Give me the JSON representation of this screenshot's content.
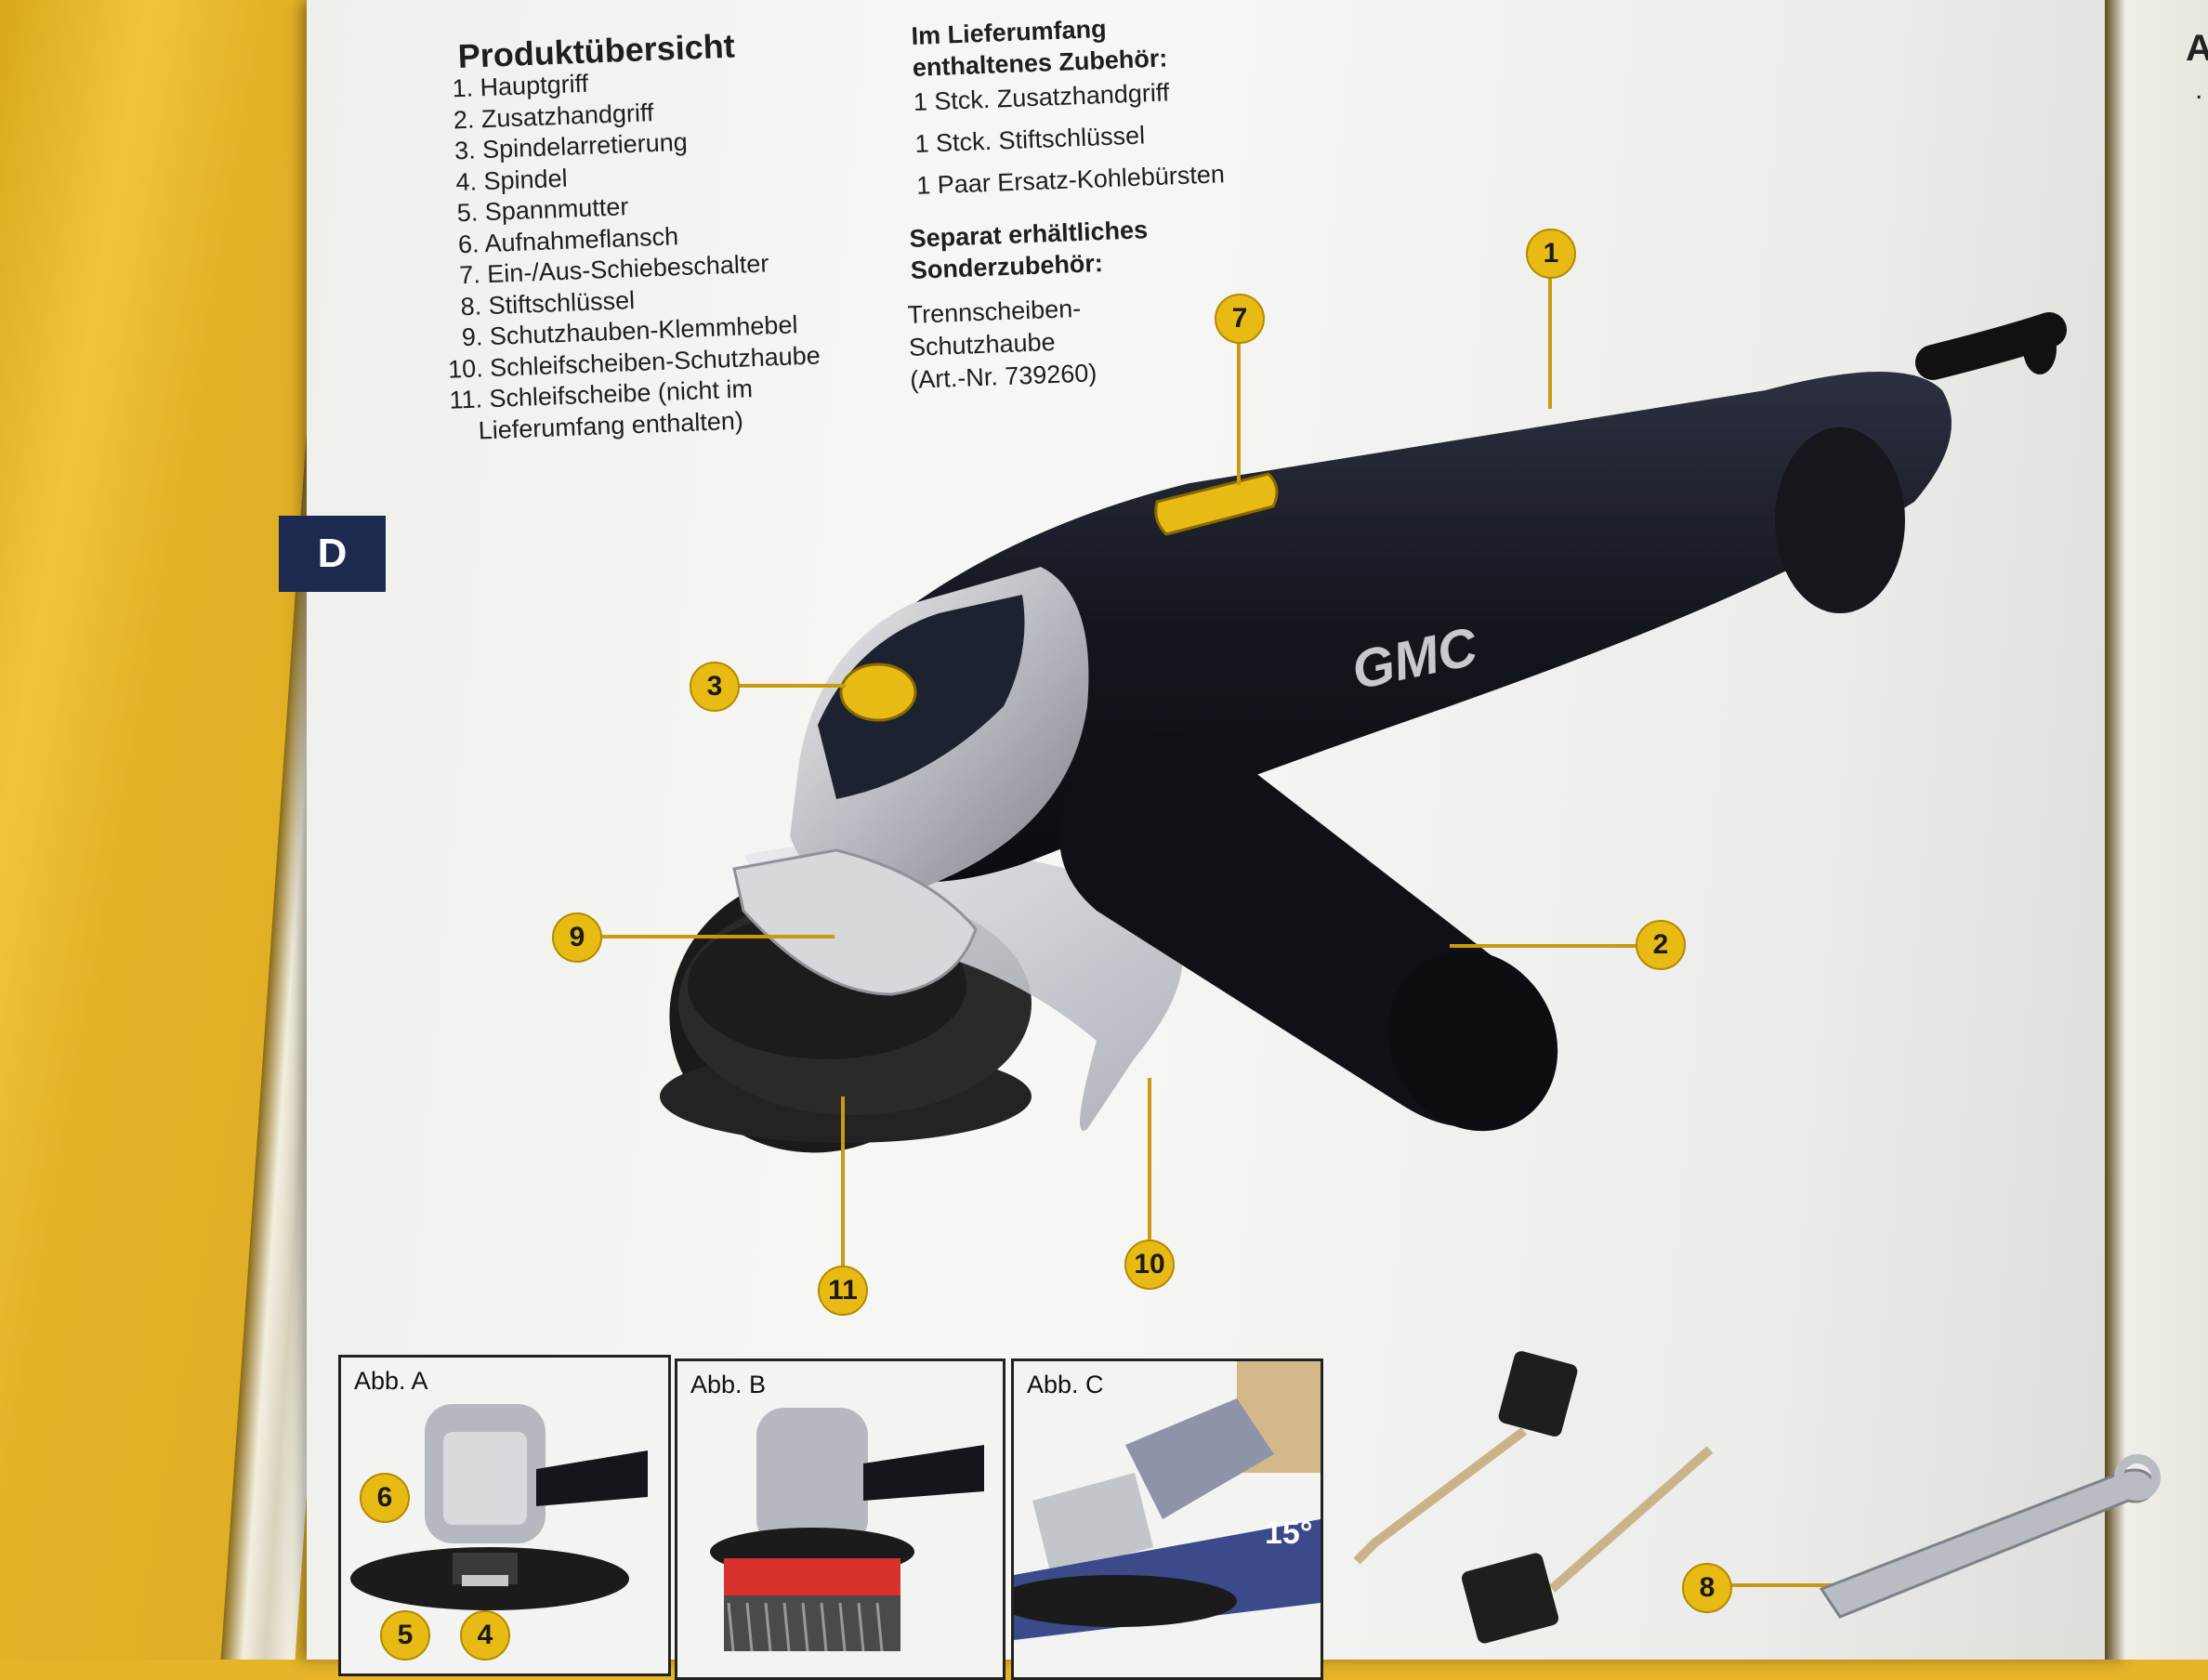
{
  "tab_label": "D",
  "right_page_letter": "A",
  "right_page_dot": ".",
  "overview": {
    "title": "Produktübersicht",
    "items": [
      "1. Hauptgriff",
      "2. Zusatzhandgriff",
      "3. Spindelarretierung",
      "4. Spindel",
      "5. Spannmutter",
      "6. Aufnahmeflansch",
      "7. Ein-/Aus-Schiebeschalter",
      "8. Stiftschlüssel",
      "9. Schutzhauben-Klemmhebel",
      "10. Schleifscheiben-Schutzhaube",
      "11. Schleifscheibe (nicht im",
      "Lieferumfang enthalten)"
    ]
  },
  "scope": {
    "title_line1": "Im Lieferumfang",
    "title_line2": "enthaltenes Zubehör:",
    "items": [
      "1 Stck. Zusatzhandgriff",
      "1 Stck. Stiftschlüssel",
      "1 Paar Ersatz-Kohlebürsten"
    ]
  },
  "optional": {
    "title_line1": "Separat erhältliches",
    "title_line2": "Sonderzubehör:",
    "line1": "Trennscheiben-",
    "line2": "Schutzhaube",
    "line3": "(Art.-Nr. 739260)"
  },
  "brand": "GMC",
  "callouts": {
    "c1": "1",
    "c2": "2",
    "c3": "3",
    "c4": "4",
    "c5": "5",
    "c6": "6",
    "c7": "7",
    "c8": "8",
    "c9": "9",
    "c10": "10",
    "c11": "11"
  },
  "insets": {
    "a": "Abb. A",
    "b": "Abb. B",
    "c": "Abb. C",
    "angle": "15°"
  },
  "colors": {
    "accent_yellow": "#e8bb14",
    "tool_body": "#1b1d26",
    "tab_navy": "#1d2a4f"
  }
}
